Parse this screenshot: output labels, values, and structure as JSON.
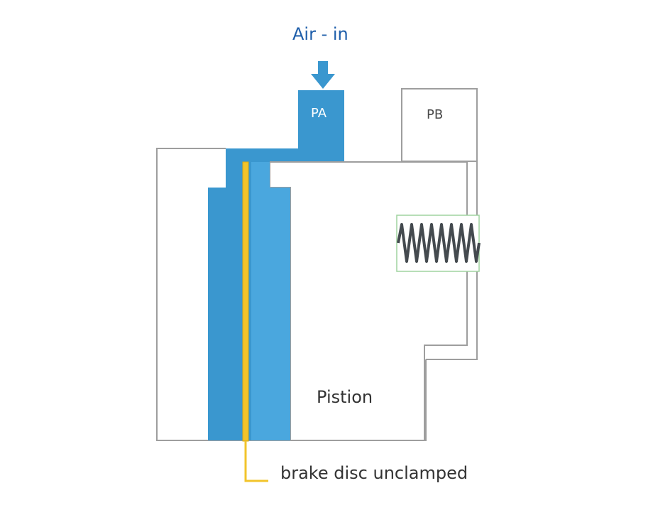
{
  "labels": {
    "air_in": "Air - in",
    "pa": "PA",
    "pb": "PB",
    "piston": "Pistion",
    "brake_disc": "brake disc unclamped"
  },
  "colors": {
    "pressure_chamber": "#3a97cf",
    "brake_pad_light": "#4aa7de",
    "brake_disc": "#f2c42b",
    "outline": "#9e9e9e",
    "spring_box": "#9fd39f",
    "spring_coil": "#444a4f",
    "air_label": "#1e5eaa",
    "text": "#333333"
  },
  "icons": {
    "air_arrow": "arrow-down-icon",
    "spring": "spring-icon"
  }
}
